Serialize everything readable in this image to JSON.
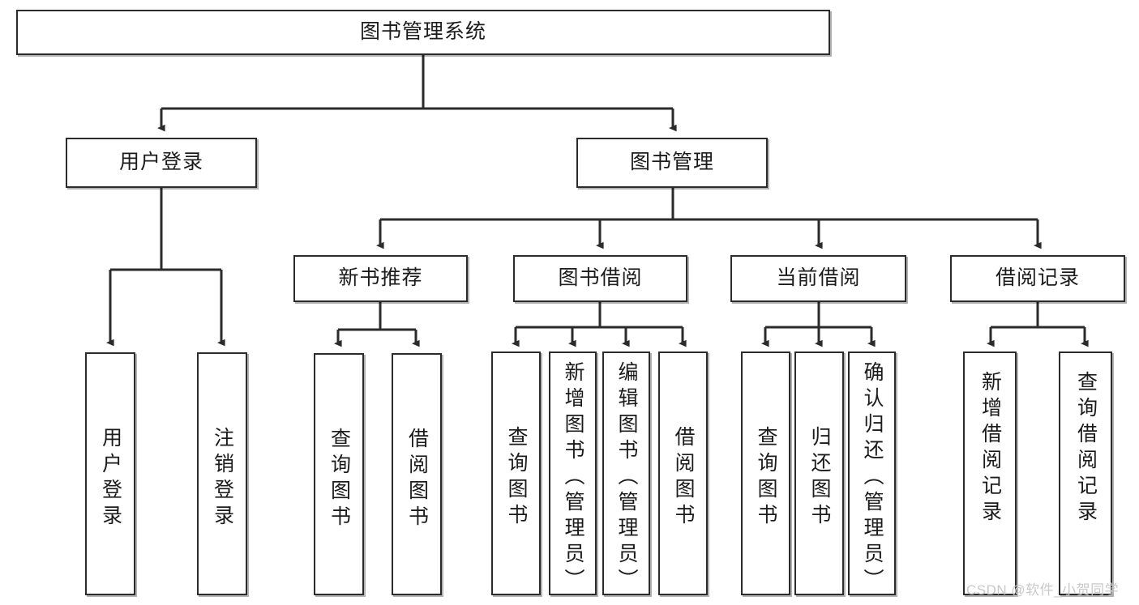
{
  "diagram": {
    "type": "tree",
    "title": "图书管理系统",
    "watermark": "CSDN @软件_小贺同学",
    "colors": {
      "box_border": "#2b2b2b",
      "box_fill": "#ffffff",
      "edge": "#2b2b2b",
      "watermark": "#c9c9c9"
    },
    "root": {
      "label": "图书管理系统"
    },
    "level2": [
      {
        "label": "用户登录"
      },
      {
        "label": "图书管理"
      }
    ],
    "level3": [
      {
        "label": "新书推荐"
      },
      {
        "label": "图书借阅"
      },
      {
        "label": "当前借阅"
      },
      {
        "label": "借阅记录"
      }
    ],
    "leaves": {
      "user_login": [
        {
          "label": "用户登录"
        },
        {
          "label": "注销登录"
        }
      ],
      "new_book_rec": [
        {
          "label": "查询图书"
        },
        {
          "label": "借阅图书"
        }
      ],
      "book_borrow": [
        {
          "label": "查询图书"
        },
        {
          "label": "新增图书（管理员）"
        },
        {
          "label": "编辑图书（管理员）"
        },
        {
          "label": "借阅图书"
        }
      ],
      "current_borrow": [
        {
          "label": "查询图书"
        },
        {
          "label": "归还图书"
        },
        {
          "label": "确认归还（管理员）"
        }
      ],
      "borrow_record": [
        {
          "label": "新增借阅记录"
        },
        {
          "label": "查询借阅记录"
        }
      ]
    }
  }
}
